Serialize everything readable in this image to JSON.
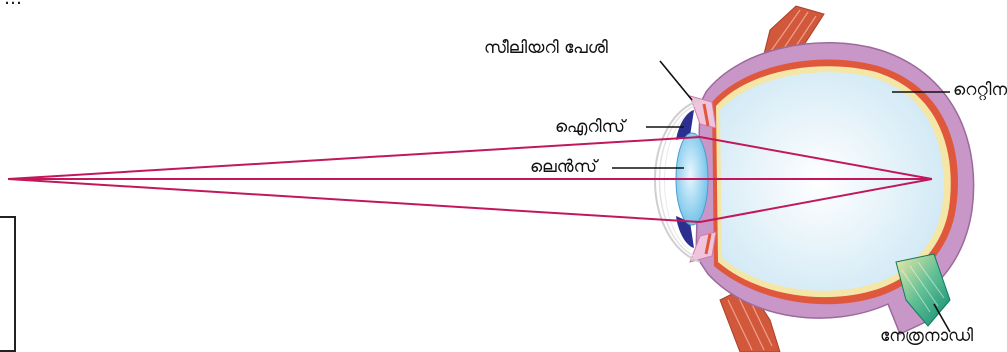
{
  "top_text": "…",
  "labels": {
    "ciliary_muscle": "സീലിയറി പേശി",
    "retina": "റെറ്റിന",
    "iris": "ഐറിസ്",
    "lens": "ലെൻസ്",
    "optic_nerve": "നേത്രനാഡി"
  },
  "colors": {
    "sclera": "#c996c8",
    "choroid": "#e0583c",
    "retina": "#f4e6a6",
    "vitreous": "#d9eef8",
    "lens": "#8fd0ee",
    "iris": "#2b2f8f",
    "muscle": "#d2583c",
    "nerve": "#1a9a78",
    "ray": "#c2185b"
  }
}
